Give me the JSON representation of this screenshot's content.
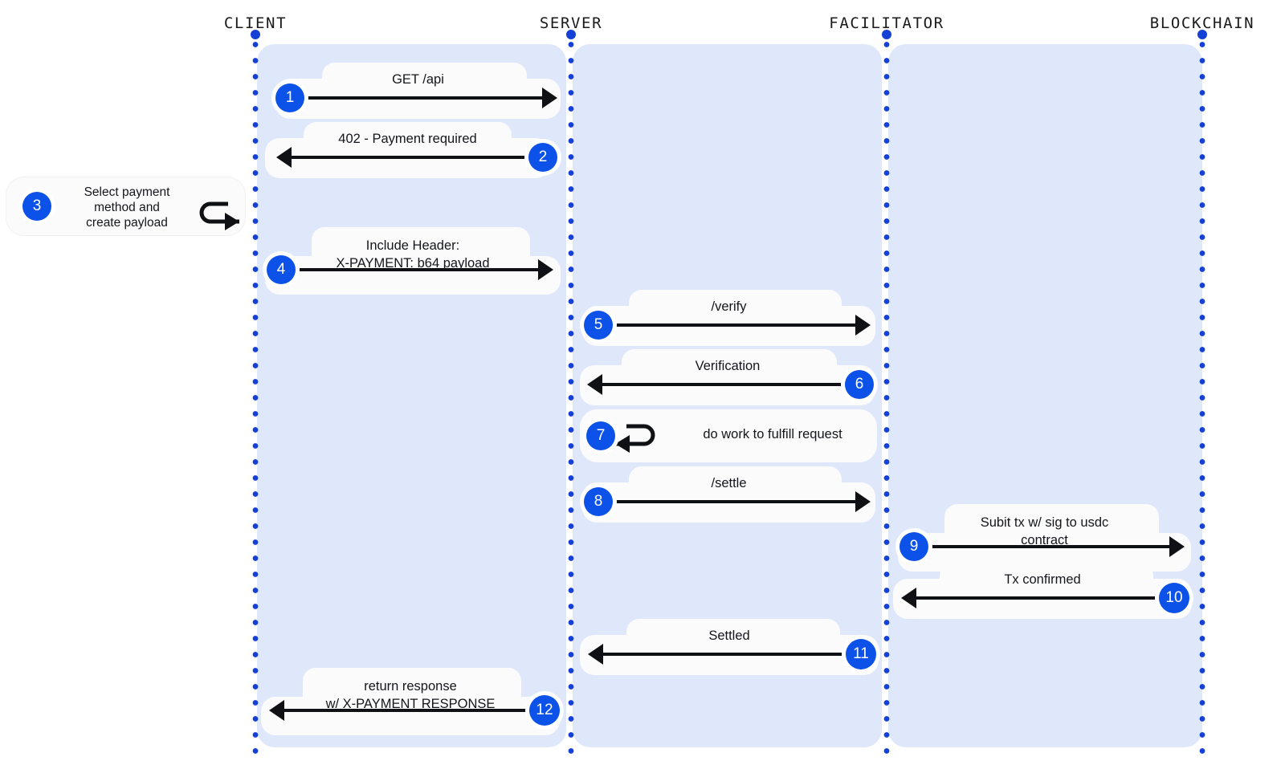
{
  "diagram": {
    "title": "x402 payment sequence",
    "type": "sequence-diagram",
    "colors": {
      "lane_background": "#dfe7fb",
      "pill_background": "#fbfbfc",
      "badge_blue": "#0d52e8",
      "lifeline_blue": "#1540d6",
      "arrow_black": "#101114",
      "page_background": "#ffffff"
    },
    "lanes": [
      {
        "id": "client",
        "title": "CLIENT"
      },
      {
        "id": "server",
        "title": "SERVER"
      },
      {
        "id": "facilitator",
        "title": "FACILITATOR"
      },
      {
        "id": "blockchain",
        "title": "BLOCKCHAIN"
      }
    ],
    "steps": [
      {
        "n": "1",
        "label": "GET /api",
        "from": "client",
        "to": "server",
        "direction": "right",
        "kind": "message"
      },
      {
        "n": "2",
        "label": "402 - Payment required",
        "from": "server",
        "to": "client",
        "direction": "left",
        "kind": "message"
      },
      {
        "n": "3",
        "label": "Select payment\nmethod and\ncreate payload",
        "from": "client",
        "to": "client",
        "direction": "right",
        "kind": "self-note"
      },
      {
        "n": "4",
        "label": "Include Header:\nX-PAYMENT: b64 payload",
        "from": "client",
        "to": "server",
        "direction": "right",
        "kind": "message"
      },
      {
        "n": "5",
        "label": "/verify",
        "from": "server",
        "to": "facilitator",
        "direction": "right",
        "kind": "message"
      },
      {
        "n": "6",
        "label": "Verification",
        "from": "facilitator",
        "to": "server",
        "direction": "left",
        "kind": "message"
      },
      {
        "n": "7",
        "label": "do work to fulfill request",
        "from": "server",
        "to": "server",
        "direction": "left",
        "kind": "self-loop"
      },
      {
        "n": "8",
        "label": "/settle",
        "from": "server",
        "to": "facilitator",
        "direction": "right",
        "kind": "message"
      },
      {
        "n": "9",
        "label": "Subit tx w/ sig to usdc\ncontract",
        "from": "facilitator",
        "to": "blockchain",
        "direction": "right",
        "kind": "message"
      },
      {
        "n": "10",
        "label": "Tx confirmed",
        "from": "blockchain",
        "to": "facilitator",
        "direction": "left",
        "kind": "message"
      },
      {
        "n": "11",
        "label": "Settled",
        "from": "facilitator",
        "to": "server",
        "direction": "left",
        "kind": "message"
      },
      {
        "n": "12",
        "label": "return response\nw/ X-PAYMENT RESPONSE",
        "from": "server",
        "to": "client",
        "direction": "left",
        "kind": "message"
      }
    ]
  }
}
